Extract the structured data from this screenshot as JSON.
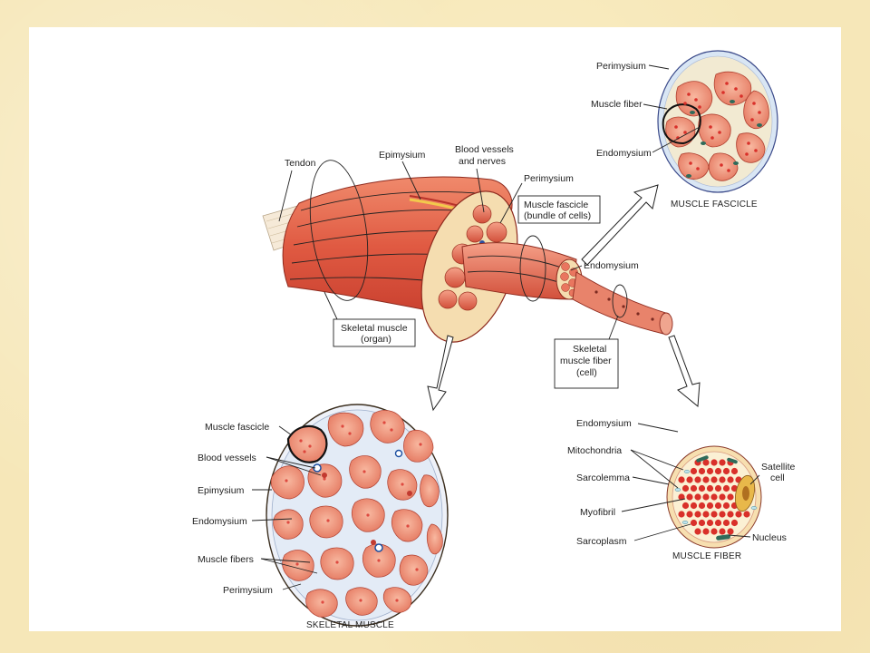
{
  "labels": {
    "tendon": "Tendon",
    "epimysium": "Epimysium",
    "blood_vessels_nerves_1": "Blood vessels",
    "blood_vessels_nerves_2": "and nerves",
    "perimysium_top": "Perimysium",
    "muscle_fascicle_box_1": "Muscle fascicle",
    "muscle_fascicle_box_2": "(bundle of cells)",
    "endomysium_mid": "Endomysium",
    "skeletal_muscle_box_1": "Skeletal muscle",
    "skeletal_muscle_box_2": "(organ)",
    "skeletal_fiber_box_1": "Skeletal",
    "skeletal_fiber_box_2": "muscle fiber",
    "skeletal_fiber_box_3": "(cell)"
  },
  "fascicle_panel": {
    "perimysium": "Perimysium",
    "muscle_fiber": "Muscle fiber",
    "endomysium": "Endomysium",
    "caption": "MUSCLE FASCICLE"
  },
  "muscle_panel": {
    "muscle_fascicle": "Muscle fascicle",
    "blood_vessels": "Blood vessels",
    "epimysium": "Epimysium",
    "endomysium": "Endomysium",
    "muscle_fibers": "Muscle fibers",
    "perimysium": "Perimysium",
    "caption": "SKELETAL MUSCLE"
  },
  "fiber_panel": {
    "endomysium": "Endomysium",
    "mitochondria": "Mitochondria",
    "sarcolemma": "Sarcolemma",
    "myofibril": "Myofibril",
    "sarcoplasm": "Sarcoplasm",
    "satellite_cell_1": "Satellite",
    "satellite_cell_2": "cell",
    "nucleus": "Nucleus",
    "caption": "MUSCLE FIBER"
  },
  "colors": {
    "muscle": "#e2624a",
    "muscle_dark": "#c2402c",
    "tissue": "#f7d9a8",
    "connective": "#d6e2f2",
    "dot": "#d9302a",
    "nucleus": "#2f6b5a"
  }
}
